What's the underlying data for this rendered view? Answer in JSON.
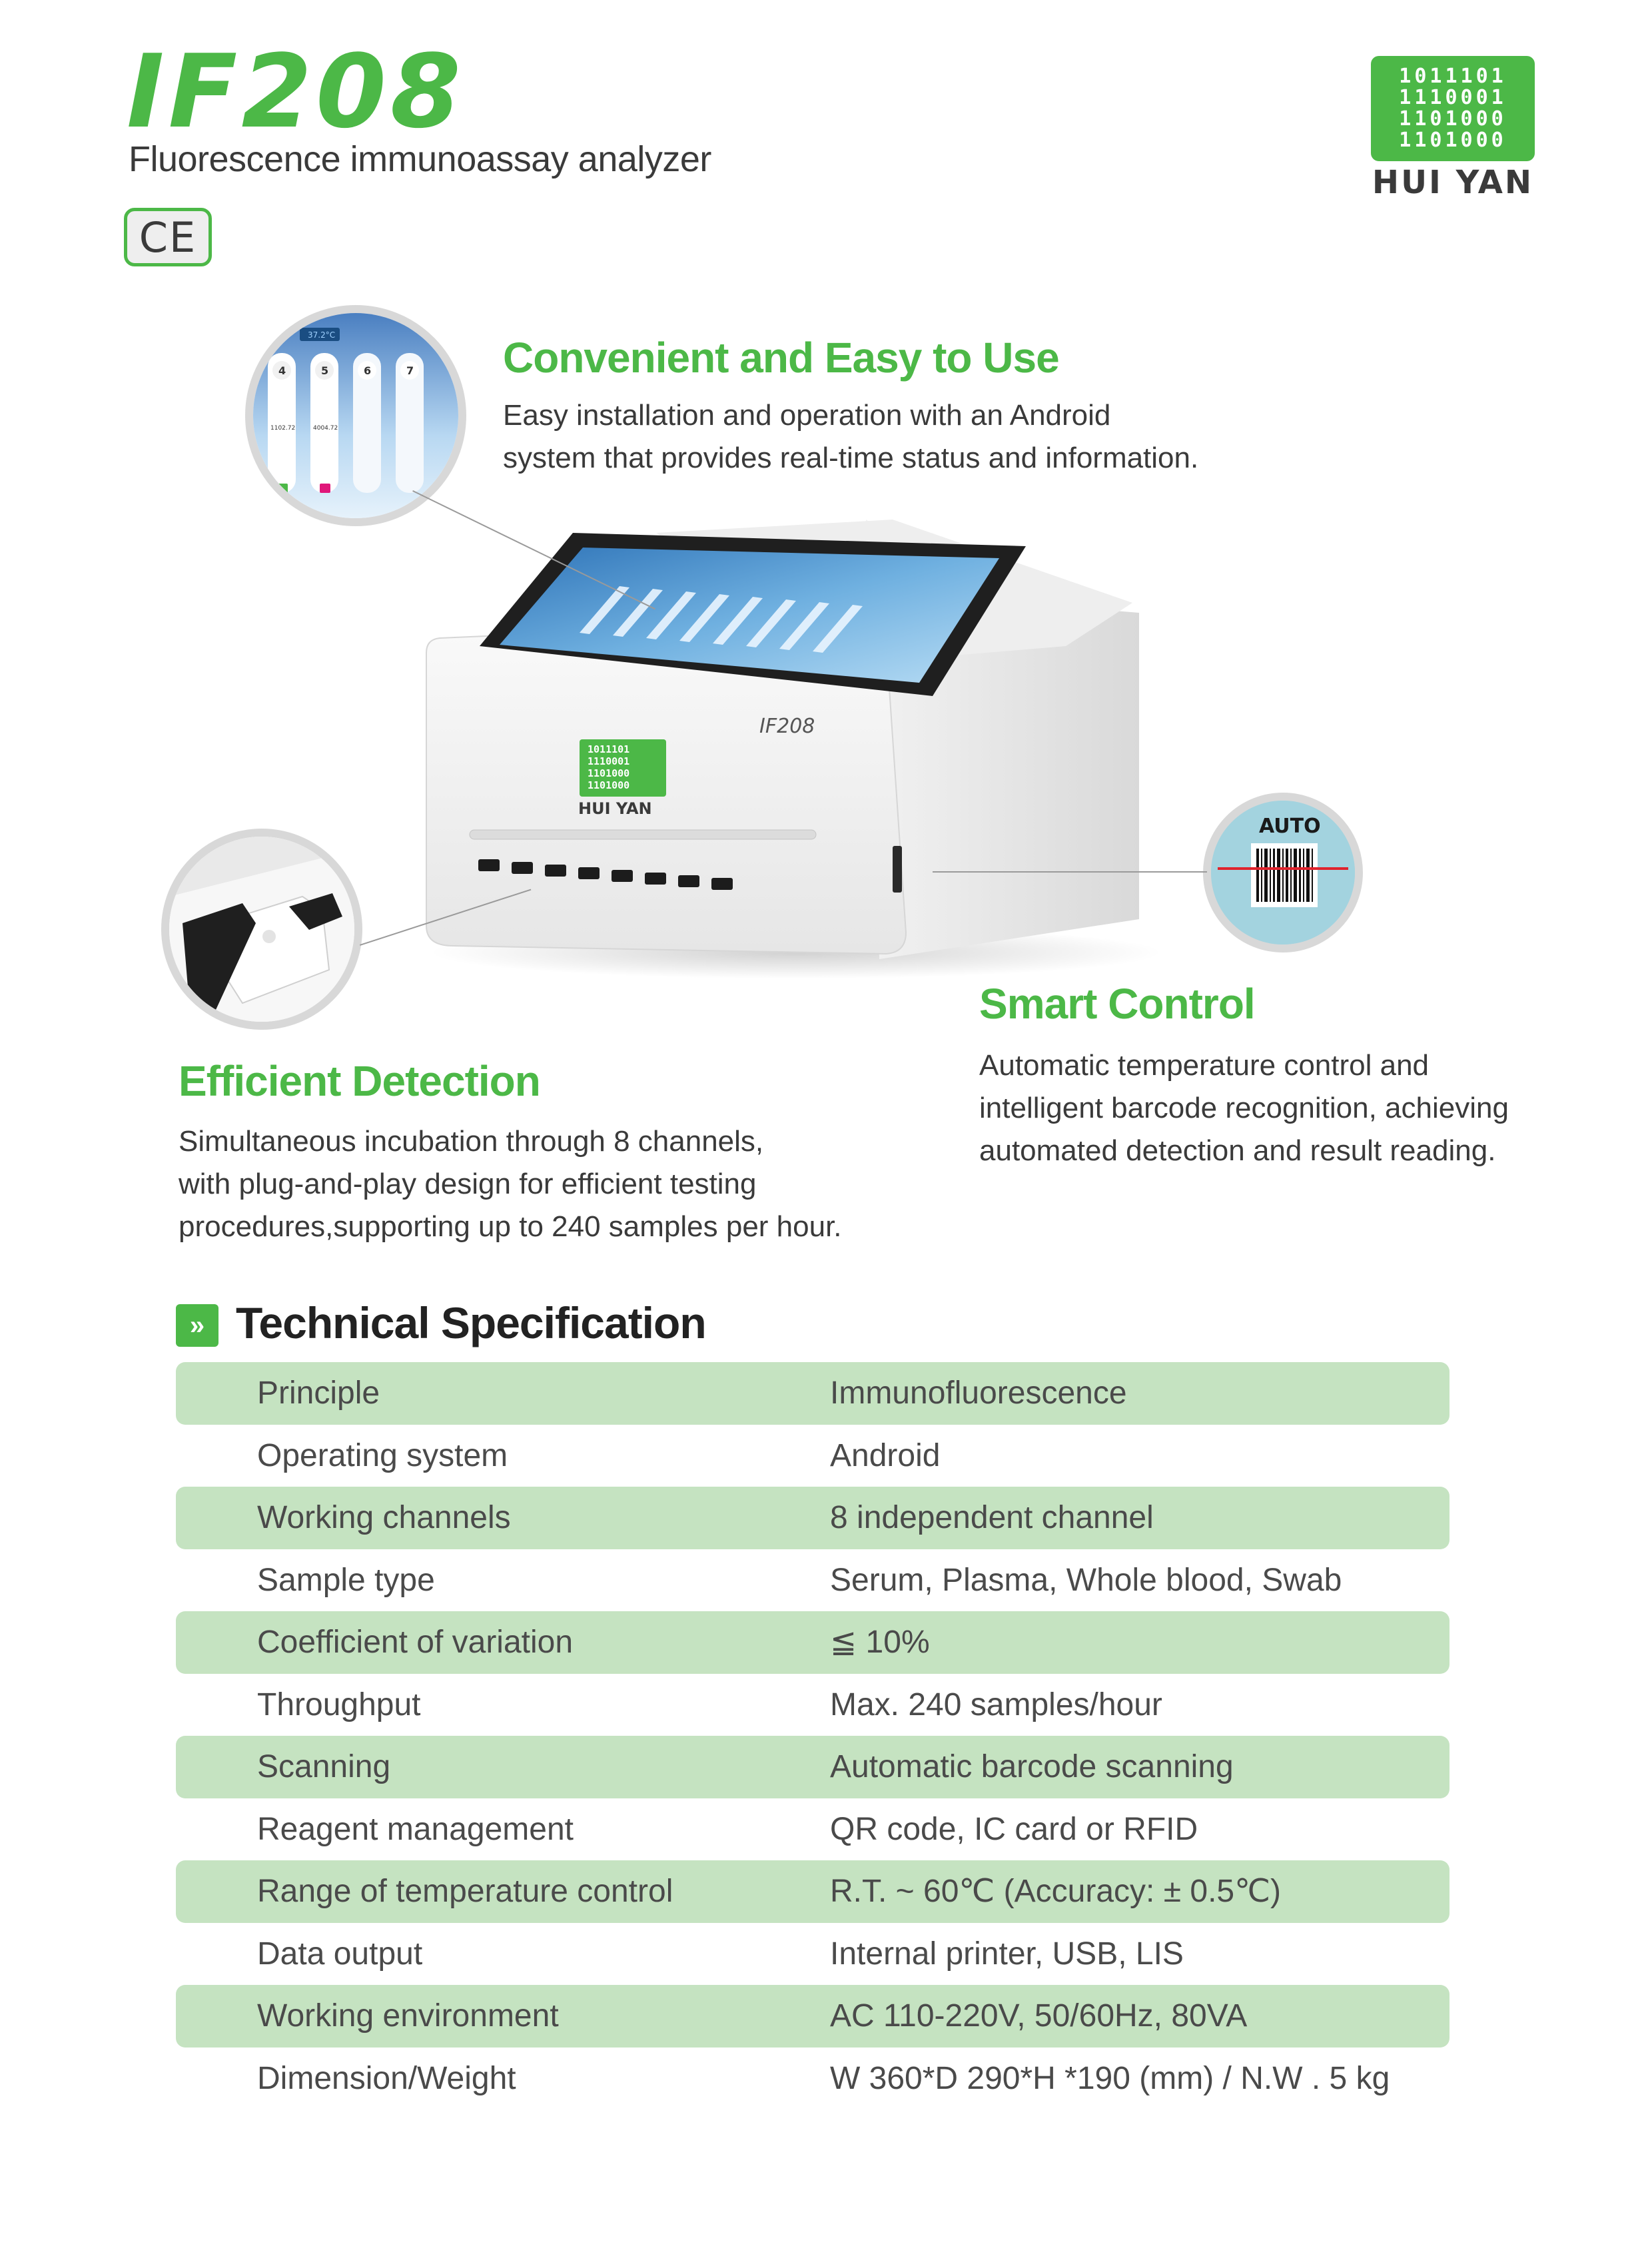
{
  "header": {
    "model": "IF208",
    "subtitle": "Fluorescence immunoassay analyzer",
    "ce_mark": "CE"
  },
  "logo": {
    "rows": [
      "1011101",
      "1110001",
      "1101000",
      "1101000"
    ],
    "brand": "HUI YAN"
  },
  "features": {
    "convenient": {
      "title": "Convenient and Easy to Use",
      "lines": [
        "Easy installation and operation with an Android",
        "system that provides real-time status and information."
      ]
    },
    "efficient": {
      "title": "Efficient Detection",
      "lines": [
        "Simultaneous incubation through 8 channels,",
        "with plug-and-play design for efficient testing",
        "procedures,supporting up to 240 samples per hour."
      ]
    },
    "smart": {
      "title": "Smart Control",
      "lines": [
        "Automatic temperature control and",
        "intelligent barcode recognition, achieving",
        "automated detection and result reading."
      ]
    }
  },
  "zoom_screen": {
    "temp": "37.2°C",
    "channels": [
      "4",
      "5",
      "6",
      "7"
    ],
    "values": [
      "1102.72",
      "4004.72",
      "",
      ""
    ]
  },
  "device": {
    "model_label": "IF208",
    "brand": "HUI YAN"
  },
  "barcode": {
    "label": "AUTO"
  },
  "spec": {
    "heading": "Technical Specification",
    "rows": [
      {
        "k": "Principle",
        "v": "Immunofluorescence"
      },
      {
        "k": "Operating system",
        "v": "Android"
      },
      {
        "k": "Working channels",
        "v": "8 independent channel"
      },
      {
        "k": "Sample type",
        "v": "Serum, Plasma, Whole blood, Swab"
      },
      {
        "k": "Coefficient of variation",
        "v": "≦ 10%"
      },
      {
        "k": "Throughput",
        "v": "Max. 240 samples/hour"
      },
      {
        "k": "Scanning",
        "v": "Automatic barcode scanning"
      },
      {
        "k": "Reagent management",
        "v": "QR code, IC card or RFID"
      },
      {
        "k": "Range of temperature control",
        "v": "R.T. ~ 60℃ (Accuracy:  ± 0.5℃)"
      },
      {
        "k": "Data output",
        "v": "Internal printer, USB, LIS"
      },
      {
        "k": "Working environment",
        "v": "AC 110-220V,  50/60Hz,  80VA"
      },
      {
        "k": "Dimension/Weight",
        "v": "W 360*D 290*H *190 (mm)  /  N.W .  5 kg"
      }
    ]
  },
  "colors": {
    "accent": "#4cb847",
    "row_shade": "#c5e3c1"
  }
}
